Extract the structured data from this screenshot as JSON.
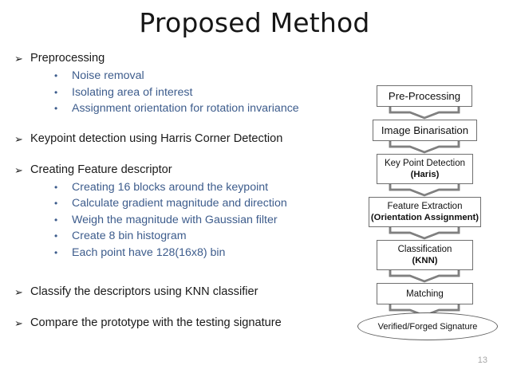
{
  "slide": {
    "title": "Proposed Method",
    "page_number": "13",
    "accent_color": "#3d5c8c",
    "text_color": "#1a1a1a",
    "flow_border_color": "#6f6f6f",
    "page_number_color": "#a6a6a6"
  },
  "content": {
    "level1_bullet_glyph": "➢",
    "level2_bullet_glyph": "•",
    "blocks": [
      {
        "heading": "Preprocessing",
        "sub_items": [
          "Noise removal",
          "Isolating area of interest",
          "Assignment orientation for rotation invariance"
        ]
      },
      {
        "heading": "Keypoint detection using Harris Corner Detection",
        "sub_items": []
      },
      {
        "heading": "Creating Feature descriptor",
        "sub_items": [
          "Creating 16 blocks around the keypoint",
          "Calculate gradient magnitude and direction",
          "Weigh the magnitude with Gaussian filter",
          "Create 8 bin histogram",
          "Each point have 128(16x8) bin"
        ]
      },
      {
        "heading": "Classify the descriptors using KNN classifier",
        "sub_items": []
      },
      {
        "heading": "Compare the prototype with the testing signature",
        "sub_items": []
      }
    ]
  },
  "flowchart": {
    "nodes": [
      {
        "line1": "Pre-Processing",
        "line2": "",
        "shape": "rect"
      },
      {
        "line1": "Image Binarisation",
        "line2": "",
        "shape": "rect"
      },
      {
        "line1": "Key Point Detection",
        "line2": "(Haris)",
        "shape": "rect"
      },
      {
        "line1": "Feature Extraction",
        "line2": "(Orientation Assignment)",
        "shape": "rect"
      },
      {
        "line1": "Classification",
        "line2": "(KNN)",
        "shape": "rect"
      },
      {
        "line1": "Matching",
        "line2": "",
        "shape": "rect"
      },
      {
        "line1": "Verified/Forged Signature",
        "line2": "",
        "shape": "ellipse"
      }
    ]
  }
}
